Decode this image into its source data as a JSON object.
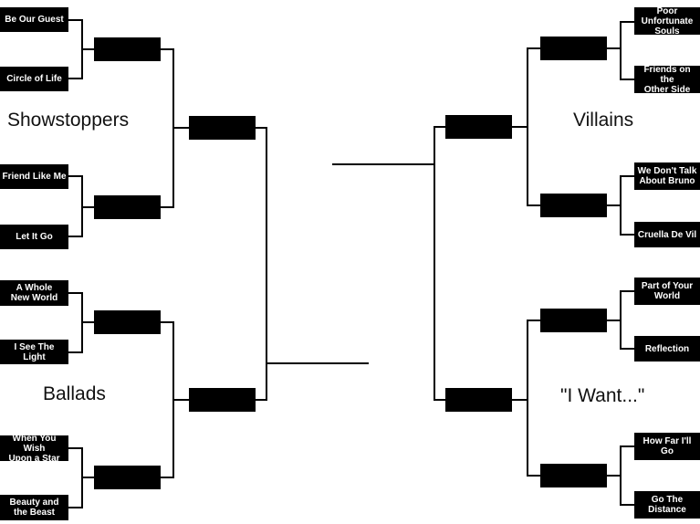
{
  "regions": {
    "showstoppers": "Showstoppers",
    "ballads": "Ballads",
    "villains": "Villains",
    "i_want": "\"I Want...\""
  },
  "songs": {
    "s1": "Be Our Guest",
    "s2": "Circle of Life",
    "s3": "Friend Like Me",
    "s4": "Let It Go",
    "b1": "A Whole\nNew World",
    "b2": "I See The Light",
    "b3": "When You Wish\nUpon a Star",
    "b4": "Beauty and\nthe Beast",
    "v1": "Poor Unfortunate\nSouls",
    "v2": "Friends on the\nOther Side",
    "v3": "We Don't Talk\nAbout Bruno",
    "v4": "Cruella De Vil",
    "w1": "Part of Your\nWorld",
    "w2": "Reflection",
    "w3": "How Far I'll\nGo",
    "w4": "Go The\nDistance"
  },
  "colors": {
    "box": "#000000",
    "box_text": "#ffffff",
    "line": "#000000"
  }
}
